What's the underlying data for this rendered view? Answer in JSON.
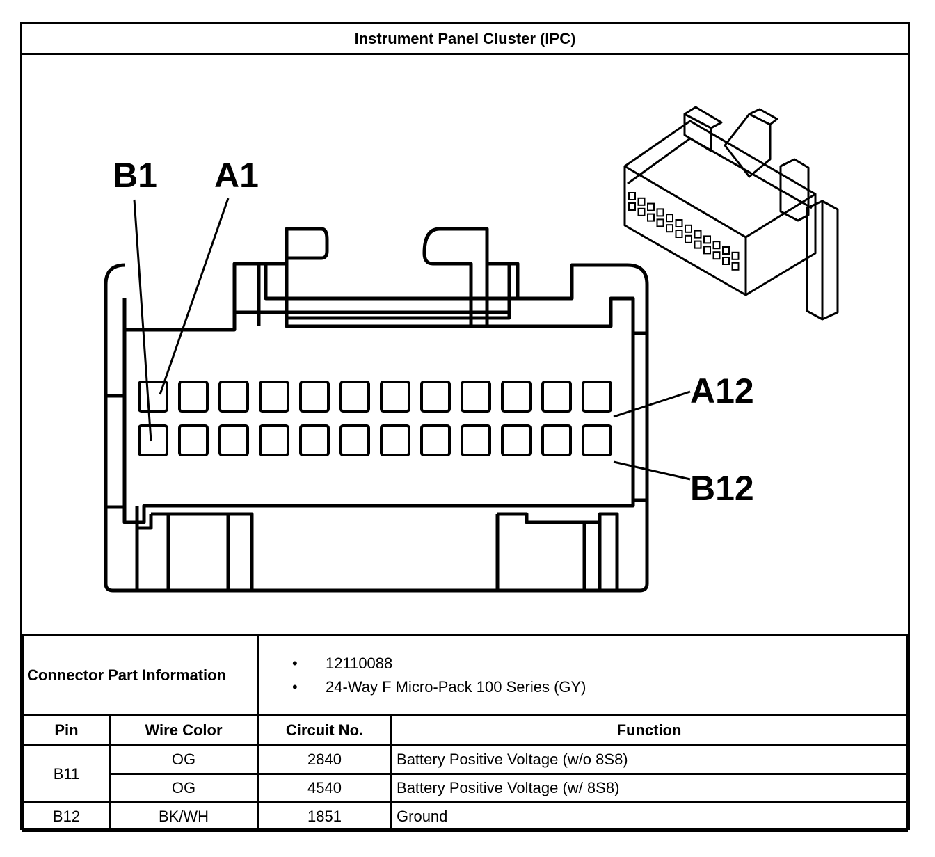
{
  "title": "Instrument Panel Cluster (IPC)",
  "pin_labels": {
    "b1": "B1",
    "a1": "A1",
    "a12": "A12",
    "b12": "B12"
  },
  "connector_info": {
    "label": "Connector Part Information",
    "items": [
      "12110088",
      "24-Way F Micro-Pack 100 Series (GY)"
    ]
  },
  "table": {
    "headers": [
      "Pin",
      "Wire Color",
      "Circuit No.",
      "Function"
    ],
    "rows": [
      {
        "pin": "B11",
        "wire": "OG",
        "circuit": "2840",
        "function": "Battery Positive Voltage (w/o 8S8)"
      },
      {
        "pin": "",
        "wire": "OG",
        "circuit": "4540",
        "function": "Battery Positive Voltage (w/ 8S8)"
      },
      {
        "pin": "B12",
        "wire": "BK/WH",
        "circuit": "1851",
        "function": "Ground"
      }
    ]
  }
}
